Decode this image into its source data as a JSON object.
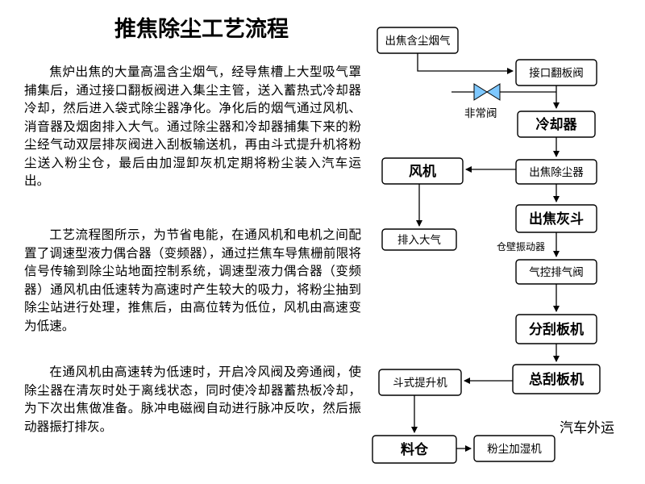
{
  "title": "推焦除尘工艺流程",
  "paragraphs": [
    "焦炉出焦的大量高温含尘烟气，经导焦槽上大型吸气罩捕集后，通过接口翻板阀进入集尘主管，送入蓄热式冷却器冷却，然后进入袋式除尘器净化。净化后的烟气通过风机、消音器及烟囱排入大气。通过除尘器和冷却器捕集下来的粉尘经气动双层排灰阀进入刮板输送机，再由斗式提升机将粉尘送入粉尘仓，最后由加湿卸灰机定期将粉尘装入汽车运出。",
    "工艺流程图所示，为节省电能，在通风机和电机之间配置了调速型液力偶合器（变频器），通过拦焦车导焦栅前限将信号传输到除尘站地面控制系统，调速型液力偶合器（变频器）通风机由低速转为高速时产生较大的吸力，将粉尘抽到除尘站进行处理，推焦后，由高位转为低位，风机由高速变为低速。",
    "在通风机由高速转为低速时，开启冷风阀及旁通阀，使除尘器在清灰时处于离线状态，同时使冷却器蓄热板冷却，为下次出焦做准备。脉冲电磁阀自动进行脉冲反吹，然后振动器振打排灰。"
  ],
  "flow": {
    "smoke_in": "出焦含尘烟气",
    "flap_valve": "接口翻板阀",
    "emergency_valve": "非常阀",
    "cooler": "冷却器",
    "dust_collector": "出焦除尘器",
    "fan": "风机",
    "to_atmosphere": "排入大气",
    "ash_hopper": "出焦灰斗",
    "wall_vibrator": "仓壁振动器",
    "pneumatic_valve": "气控排气阀",
    "sub_scraper": "分刮板机",
    "main_scraper": "总刮板机",
    "bucket_elevator": "斗式提升机",
    "silo": "料仓",
    "humidifier": "粉尘加湿机",
    "truck_out": "汽车外运"
  }
}
